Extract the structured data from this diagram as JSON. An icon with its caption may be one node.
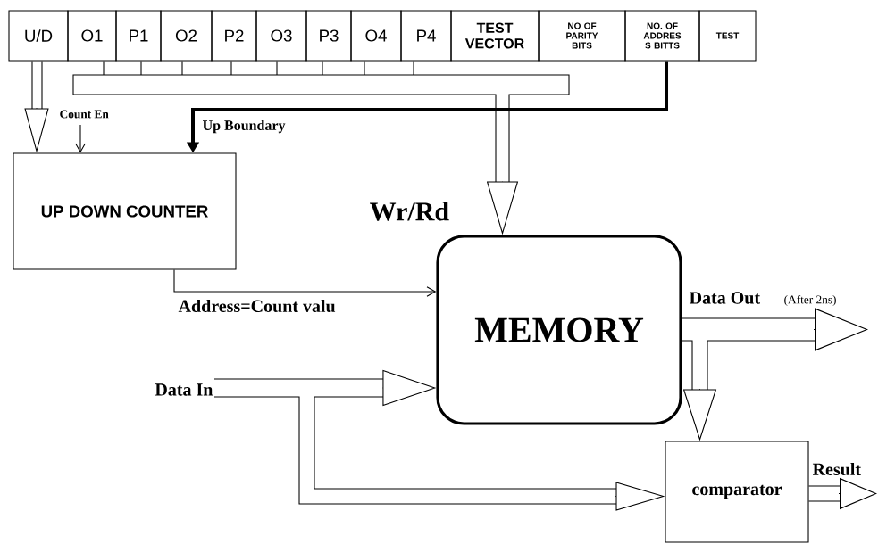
{
  "diagram": {
    "nodes": [
      {
        "text": [
          "U/D"
        ]
      },
      {
        "text": [
          "O1"
        ]
      },
      {
        "text": [
          "P1"
        ]
      },
      {
        "text": [
          "O2"
        ]
      },
      {
        "text": [
          "P2"
        ]
      },
      {
        "text": [
          "O3"
        ]
      },
      {
        "text": [
          "P3"
        ]
      },
      {
        "text": [
          "O4"
        ]
      },
      {
        "text": [
          "P4"
        ]
      },
      {
        "text": [
          "TEST VECTOR"
        ]
      },
      {
        "text": [
          "NO OF PARITY BITS"
        ]
      },
      {
        "text": [
          "NO. OF ADDRES S BITTS"
        ]
      },
      {
        "text": [
          "TEST"
        ]
      },
      {
        "text": [
          "UP DOWN COUNTER"
        ]
      },
      {
        "text": [
          "MEMORY"
        ]
      },
      {
        "text": [
          "Data In"
        ]
      },
      {
        "text": [
          "comparator"
        ]
      }
    ],
    "edges": [
      {
        "from": 0,
        "to": 13,
        "arrow": "to"
      },
      {
        "from": null,
        "to": 13,
        "arrow": "to",
        "label": "Count En"
      },
      {
        "from": 11,
        "to": 13,
        "arrow": "to",
        "label": "Up Boundary",
        "style": "thick"
      },
      {
        "from": 1,
        "to": 14,
        "arrow": "to"
      },
      {
        "from": 2,
        "to": 14,
        "arrow": "to"
      },
      {
        "from": 3,
        "to": 14,
        "arrow": "to"
      },
      {
        "from": 4,
        "to": 14,
        "arrow": "to"
      },
      {
        "from": 5,
        "to": 14,
        "arrow": "to"
      },
      {
        "from": 6,
        "to": 14,
        "arrow": "to"
      },
      {
        "from": 7,
        "to": 14,
        "arrow": "to"
      },
      {
        "from": 8,
        "to": 14,
        "arrow": "to"
      },
      {
        "from": 13,
        "to": 14,
        "arrow": "to",
        "label": "Address=Count valu"
      },
      {
        "from": 15,
        "to": 14,
        "arrow": "to"
      },
      {
        "from": 15,
        "to": 16,
        "arrow": "to"
      },
      {
        "from": 14,
        "to": null,
        "arrow": "to",
        "label": "Data Out"
      },
      {
        "from": 14,
        "to": 16,
        "arrow": "to"
      },
      {
        "from": 16,
        "to": null,
        "arrow": "to",
        "label": "Result"
      }
    ],
    "labels": [
      "Wr/Rd",
      "(After 2ns)"
    ]
  }
}
